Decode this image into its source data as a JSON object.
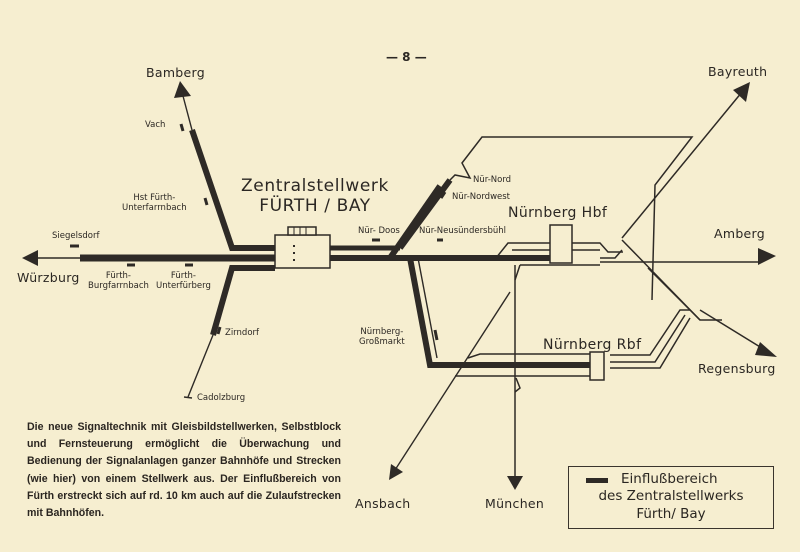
{
  "page": {
    "page_number": "— 8 —"
  },
  "diagram": {
    "title_line1": "Zentralstellwerk",
    "title_line2": "FÜRTH / BAY",
    "destinations": {
      "bamberg": "Bamberg",
      "wuerzburg": "Würzburg",
      "bayreuth": "Bayreuth",
      "amberg": "Amberg",
      "regensburg": "Regensburg",
      "ansbach": "Ansbach",
      "muenchen": "München"
    },
    "stations": {
      "vach": "Vach",
      "hst_fuerth_unterfarrnbach": "Hst Fürth-\nUnterfarrnbach",
      "siegelsdorf": "Siegelsdorf",
      "fuerth_burgfarrnbach": "Fürth-\nBurgfarrnbach",
      "fuerth_unterfuerberg": "Fürth-\nUnterfürberg",
      "zirndorf": "Zirndorf",
      "cadolzburg": "Cadolzburg",
      "nuer_doos": "Nür- Doos",
      "nuer_neusuendersbuehl": "Nür-Neusündersbühl",
      "nuer_nord": "Nür-Nord",
      "nuer_nordwest": "Nür-Nordwest",
      "nuernberg_hbf": "Nürnberg Hbf",
      "nuernberg_rbf": "Nürnberg Rbf",
      "nuernberg_grossmarkt": "Nürnberg-\nGroßmarkt"
    },
    "colors": {
      "paper": "#f6eed0",
      "ink": "#2e2a26"
    }
  },
  "caption": {
    "text": "Die neue Signaltechnik mit Gleisbildstellwerken, Selbstblock und Fernsteuerung ermöglicht die Überwachung und Bedienung der Signalanlagen ganzer Bahnhöfe und Strecken (wie hier) von einem Stellwerk aus. Der Einflußbereich von Fürth erstreckt sich auf rd. 10 km auch auf die Zulaufstrecken mit Bahnhöfen."
  },
  "legend": {
    "line1": "Einflußbereich",
    "line2": "des Zentralstellwerks",
    "line3": "Fürth/ Bay"
  }
}
